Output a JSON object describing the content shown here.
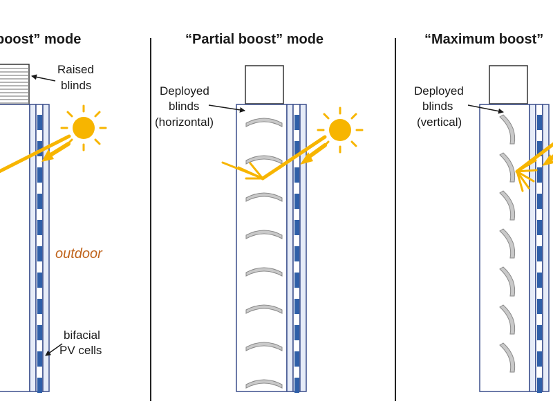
{
  "panels": [
    {
      "title": "boost” mode",
      "labels": {
        "blinds_line1": "Raised",
        "blinds_line2": "blinds"
      },
      "outdoor_label": "outdoor",
      "pv_line1": "bifacial",
      "pv_line2": "PV cells"
    },
    {
      "title": "“Partial boost” mode",
      "labels": {
        "blinds_line1": "Deployed",
        "blinds_line2": "blinds",
        "blinds_line3": "(horizontal)"
      }
    },
    {
      "title": "“Maximum boost”",
      "labels": {
        "blinds_line1": "Deployed",
        "blinds_line2": "blinds",
        "blinds_line3": "(vertical)"
      }
    }
  ],
  "colors": {
    "glass_stroke": "#3b4f8c",
    "glass_fill": "#e6ecf8",
    "pv_cell": "#2f5fa8",
    "sun": "#f7b500",
    "blind_fill": "#c9c9c9",
    "blind_stroke": "#8a8a8a",
    "outdoor_text": "#c0641c",
    "divider": "#222222"
  }
}
